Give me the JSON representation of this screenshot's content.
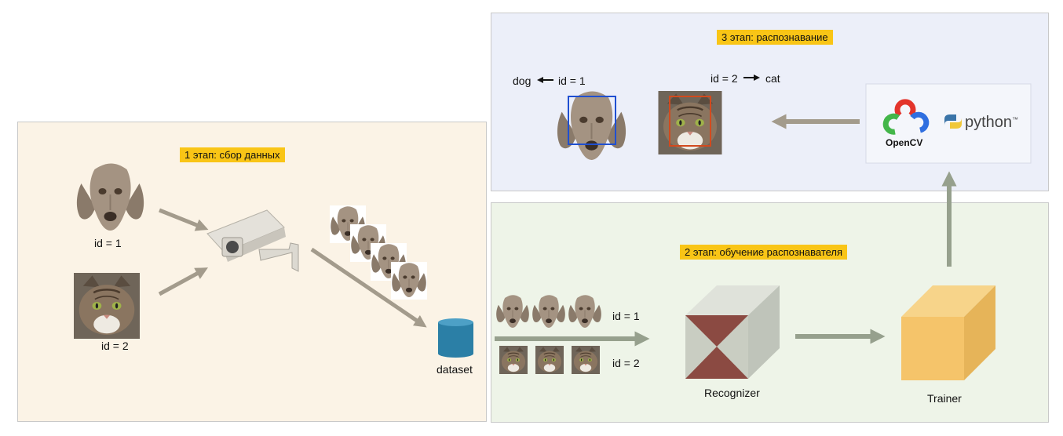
{
  "stage1": {
    "title": "1 этап: сбор данных",
    "bg": "#fbf3e6"
  },
  "stage2": {
    "title": "2 этап: обучение распознавателя",
    "bg": "#eef4e8"
  },
  "stage3": {
    "title": "3 этап: распознавание",
    "bg": "#eceff9"
  },
  "labels": {
    "dog_id": "id = 1",
    "cat_id": "id = 2",
    "dataset": "dataset",
    "train_id1": "id = 1",
    "train_id2": "id = 2",
    "recognizer": "Recognizer",
    "trainer": "Trainer",
    "result_dog_word": "dog",
    "result_dog_id": "id = 1",
    "result_cat_id": "id = 2",
    "result_cat_word": "cat",
    "opencv": "OpenCV",
    "python": "python",
    "tm": "™"
  },
  "colors": {
    "tag": "#f9c516",
    "arrow": "#a39b8c",
    "arrow_green": "#96a08d",
    "dataset": "#2b7fa6",
    "recognizer_front": "#c9cdc2",
    "recognizer_hourglass": "#8b4a42",
    "trainer": "#f5c46a",
    "box_blue": "#1f4fd1",
    "box_red": "#d24a1e"
  },
  "icons": [
    "dog-photo",
    "cat-photo",
    "security-camera-icon",
    "database-icon",
    "opencv-logo",
    "python-logo"
  ]
}
